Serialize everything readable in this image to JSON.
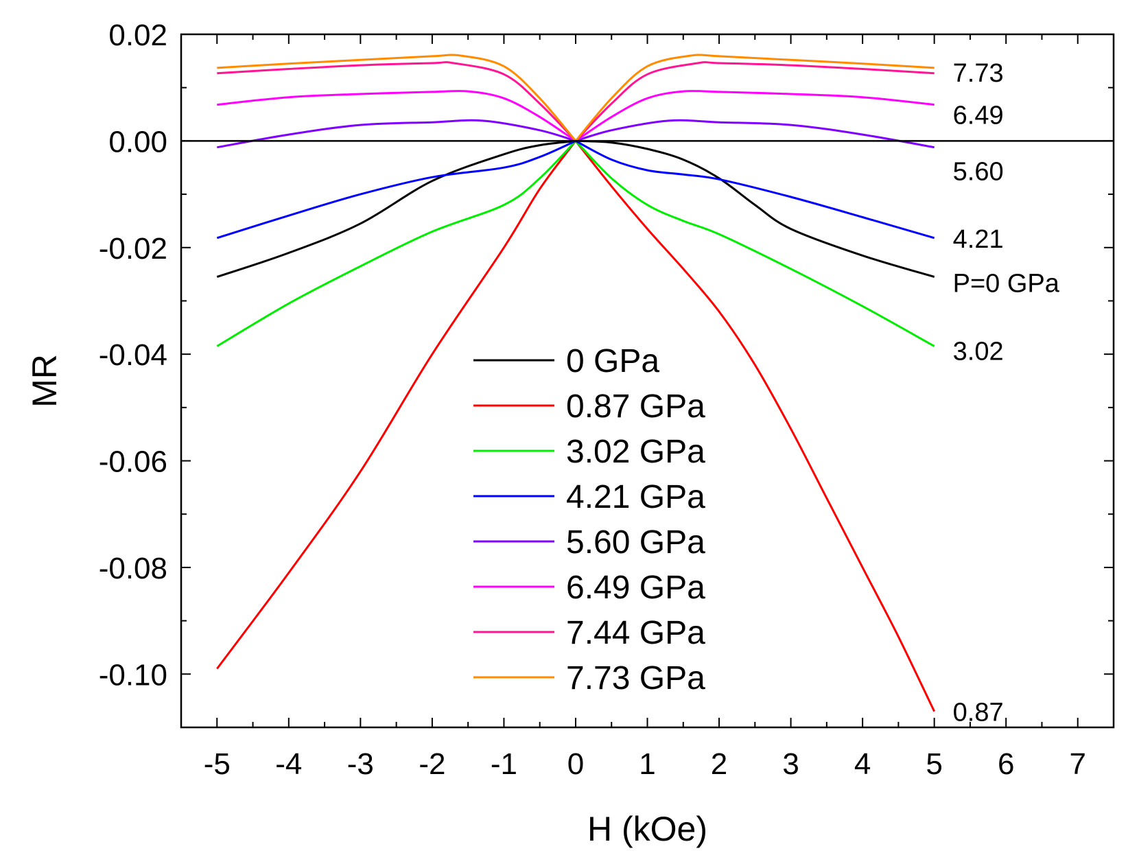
{
  "chart_data": {
    "type": "line",
    "xlabel": "H (kOe)",
    "ylabel": "MR",
    "xlim": [
      -5.5,
      7.5
    ],
    "ylim": [
      -0.11,
      0.02
    ],
    "x_ticks": [
      -5,
      -4,
      -3,
      -2,
      -1,
      0,
      1,
      2,
      3,
      4,
      5,
      6,
      7
    ],
    "x_tick_labels": [
      "-5",
      "-4",
      "-3",
      "-2",
      "-1",
      "0",
      "1",
      "2",
      "3",
      "4",
      "5",
      "6",
      "7"
    ],
    "y_ticks": [
      0.02,
      0.0,
      -0.02,
      -0.04,
      -0.06,
      -0.08,
      -0.1
    ],
    "y_tick_labels": [
      "0.02",
      "0.00",
      "-0.02",
      "-0.04",
      "-0.06",
      "-0.08",
      "-0.10"
    ],
    "zero_line": true,
    "grid": false,
    "legend_position": "center",
    "series": [
      {
        "name": "0 GPa",
        "color": "#000000",
        "end_label": "P=0 GPa",
        "x": [
          -5,
          -4,
          -3,
          -2,
          -1,
          -0.5,
          0,
          0.5,
          1,
          1.5,
          2,
          2.5,
          3,
          4,
          5
        ],
        "y": [
          -0.0255,
          -0.021,
          -0.0155,
          -0.0075,
          -0.0025,
          -0.0008,
          0.0,
          -0.0003,
          -0.0015,
          -0.0035,
          -0.007,
          -0.012,
          -0.0165,
          -0.0215,
          -0.0255
        ]
      },
      {
        "name": "0.87 GPa",
        "color": "#ff0000",
        "end_label": "0.87",
        "x": [
          -5,
          -4,
          -3,
          -2,
          -1,
          -0.5,
          0,
          0.5,
          1,
          1.5,
          2,
          2.5,
          3,
          3.5,
          4,
          4.5,
          5
        ],
        "y": [
          -0.099,
          -0.081,
          -0.062,
          -0.04,
          -0.02,
          -0.009,
          0.0,
          -0.0085,
          -0.0165,
          -0.024,
          -0.032,
          -0.042,
          -0.054,
          -0.067,
          -0.08,
          -0.093,
          -0.107
        ]
      },
      {
        "name": "3.02 GPa",
        "color": "#00ee00",
        "end_label": "3.02",
        "x": [
          -5,
          -4,
          -3,
          -2,
          -1,
          -0.5,
          0,
          0.5,
          1,
          1.5,
          2,
          3,
          4,
          5
        ],
        "y": [
          -0.0385,
          -0.0305,
          -0.0235,
          -0.017,
          -0.012,
          -0.007,
          0.0,
          -0.007,
          -0.012,
          -0.015,
          -0.0175,
          -0.024,
          -0.031,
          -0.0385
        ]
      },
      {
        "name": "4.21 GPa",
        "color": "#0000ff",
        "end_label": "4.21",
        "x": [
          -5,
          -4,
          -3,
          -2,
          -1,
          -0.5,
          0,
          0.5,
          1,
          1.5,
          2,
          3,
          4,
          5
        ],
        "y": [
          -0.0182,
          -0.014,
          -0.01,
          -0.0068,
          -0.005,
          -0.003,
          0.0,
          -0.0035,
          -0.0055,
          -0.0063,
          -0.0072,
          -0.0105,
          -0.0143,
          -0.0182
        ]
      },
      {
        "name": "5.60 GPa",
        "color": "#8000ff",
        "end_label": "5.60",
        "x": [
          -5,
          -4,
          -3,
          -2,
          -1.3,
          -0.5,
          0,
          0.5,
          1.3,
          2,
          3,
          4,
          5
        ],
        "y": [
          -0.0012,
          0.0012,
          0.003,
          0.0035,
          0.0038,
          0.002,
          0.0,
          0.002,
          0.0038,
          0.0035,
          0.003,
          0.0012,
          -0.0012
        ]
      },
      {
        "name": "6.49 GPa",
        "color": "#ff00ff",
        "end_label": "6.49",
        "x": [
          -5,
          -4,
          -3,
          -2,
          -1.5,
          -1,
          -0.5,
          0,
          0.5,
          1,
          1.5,
          2,
          3,
          4,
          5
        ],
        "y": [
          0.0068,
          0.0082,
          0.0088,
          0.0092,
          0.0093,
          0.008,
          0.0045,
          0.0,
          0.0045,
          0.008,
          0.0093,
          0.0092,
          0.0088,
          0.0082,
          0.0068
        ]
      },
      {
        "name": "7.44 GPa",
        "color": "#ff1493",
        "end_label": "",
        "x": [
          -5,
          -4,
          -3,
          -2,
          -1.7,
          -1,
          -0.5,
          0,
          0.5,
          1,
          1.7,
          2,
          3,
          4,
          5
        ],
        "y": [
          0.0127,
          0.0135,
          0.0142,
          0.0146,
          0.0146,
          0.0125,
          0.007,
          0.0,
          0.007,
          0.0125,
          0.0146,
          0.0146,
          0.0142,
          0.0135,
          0.0127
        ]
      },
      {
        "name": "7.73 GPa",
        "color": "#ff8c00",
        "end_label": "7.73",
        "x": [
          -5,
          -4,
          -3,
          -2,
          -1.6,
          -1,
          -0.5,
          0,
          0.5,
          1,
          1.6,
          2,
          3,
          4,
          5
        ],
        "y": [
          0.0137,
          0.0145,
          0.0152,
          0.0159,
          0.016,
          0.014,
          0.008,
          0.0,
          0.008,
          0.014,
          0.016,
          0.0159,
          0.0152,
          0.0145,
          0.0137
        ]
      }
    ]
  }
}
